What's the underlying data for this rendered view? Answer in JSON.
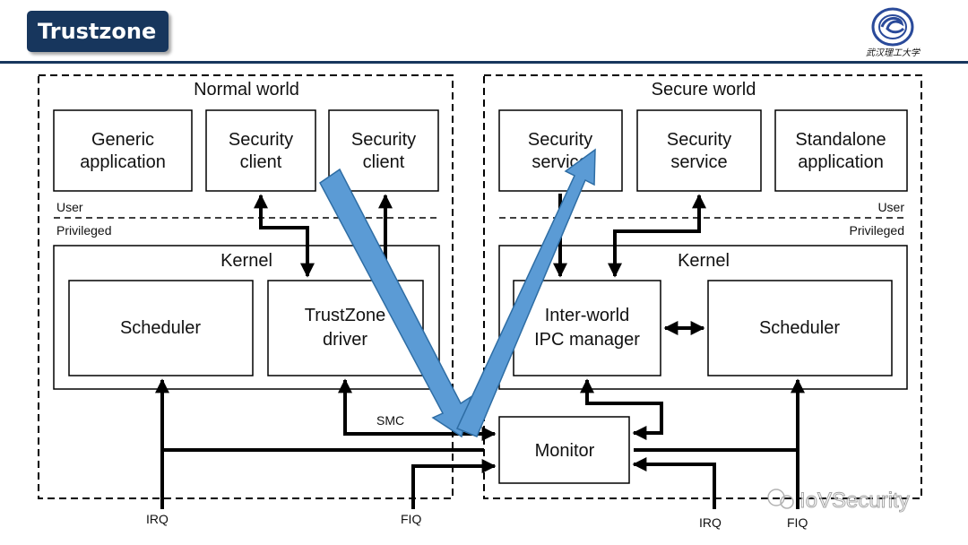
{
  "slide": {
    "title": "Trustzone",
    "logo_text": "武汉理工大学"
  },
  "diagram": {
    "normal_world": {
      "label": "Normal world",
      "apps": [
        {
          "line1": "Generic",
          "line2": "application"
        },
        {
          "line1": "Security",
          "line2": "client"
        },
        {
          "line1": "Security",
          "line2": "client"
        }
      ],
      "user_label": "User",
      "privileged_label": "Privileged",
      "kernel_label": "Kernel",
      "scheduler_label": "Scheduler",
      "driver": {
        "line1": "TrustZone",
        "line2": "driver"
      }
    },
    "secure_world": {
      "label": "Secure world",
      "apps": [
        {
          "line1": "Security",
          "line2": "service"
        },
        {
          "line1": "Security",
          "line2": "service"
        },
        {
          "line1": "Standalone",
          "line2": "application"
        }
      ],
      "user_label": "User",
      "privileged_label": "Privileged",
      "kernel_label": "Kernel",
      "ipc": {
        "line1": "Inter-world",
        "line2": "IPC manager"
      },
      "scheduler_label": "Scheduler"
    },
    "monitor_label": "Monitor",
    "smc_label": "SMC",
    "irq_left": "IRQ",
    "fiq_left": "FIQ",
    "irq_right": "IRQ",
    "fiq_right": "FIQ",
    "watermark": "IoVSecurity",
    "colors": {
      "overlay_arrow": "#5b9bd5",
      "title_bg": "#17365d"
    }
  }
}
